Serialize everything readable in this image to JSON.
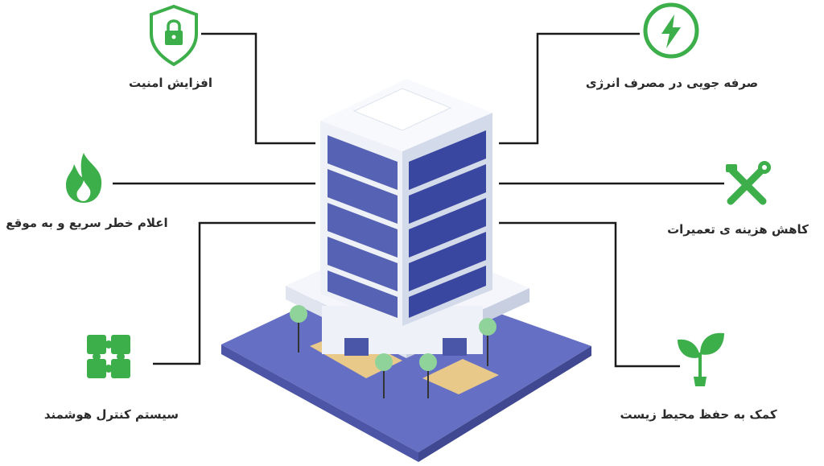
{
  "features": [
    {
      "id": "security",
      "icon": "shield-lock-icon",
      "label": "افزایش امنیت"
    },
    {
      "id": "fire",
      "icon": "fire-icon",
      "label": "اعلام خطر سریع و به موقع"
    },
    {
      "id": "control",
      "icon": "puzzle-icon",
      "label": "سیستم کنترل هوشمند"
    },
    {
      "id": "energy",
      "icon": "lightning-icon",
      "label": "صرفه جویی در مصرف انرژی"
    },
    {
      "id": "repair",
      "icon": "tools-icon",
      "label": "کاهش هزینه ی تعمیرات"
    },
    {
      "id": "environment",
      "icon": "plant-icon",
      "label": "کمک به حفظ محیط زیست"
    }
  ],
  "colors": {
    "accent": "#3cae4a",
    "connector": "#1a1a1a",
    "building_window": "#4a57a8",
    "building_wall": "#e9eef7",
    "ground": "#6570c4"
  }
}
